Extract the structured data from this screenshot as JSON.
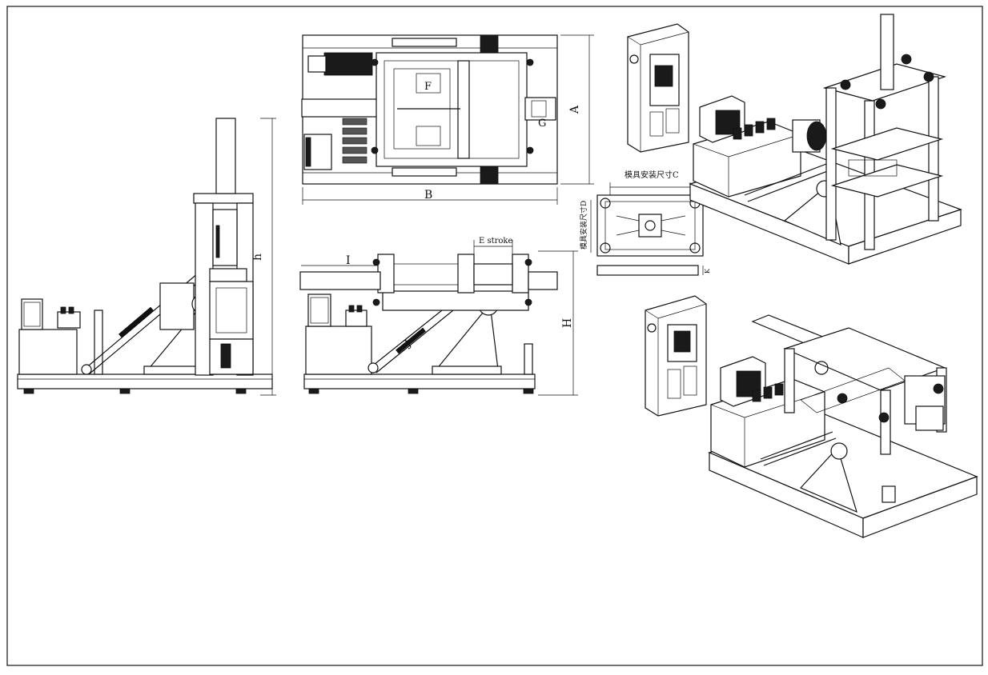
{
  "labels": {
    "dim_a": "A",
    "dim_b": "B",
    "dim_c": "模具安装尺寸C",
    "dim_d": "模具安装尺寸D",
    "dim_e": "E stroke",
    "dim_f": "F",
    "dim_g": "G",
    "dim_h_upper": "H",
    "dim_h_lower": "h",
    "dim_i": "I",
    "dim_j": "J",
    "dim_k": "K"
  }
}
